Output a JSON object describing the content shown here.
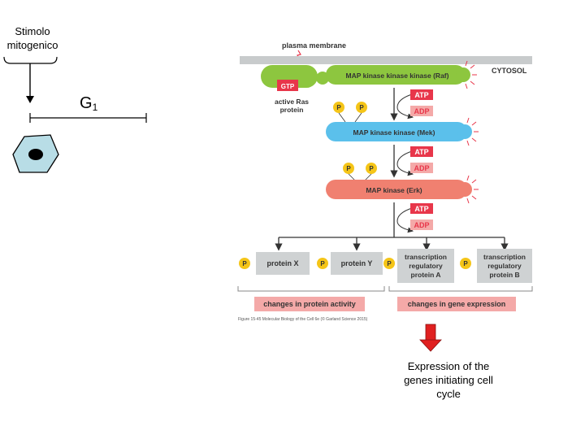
{
  "left": {
    "stimulus_line1": "Stimolo",
    "stimulus_line2": "mitogenico",
    "phase_label": "G",
    "phase_sub": "1"
  },
  "figure": {
    "plasma_membrane": "plasma membrane",
    "cytosol": "CYTOSOL",
    "raf": "MAP kinase kinase kinase (Raf)",
    "gtp": "GTP",
    "ras_line1": "active Ras",
    "ras_line2": "protein",
    "mek": "MAP kinase kinase (Mek)",
    "erk": "MAP kinase (Erk)",
    "atp": "ATP",
    "adp": "ADP",
    "phosphate": "P",
    "protein_x": "protein X",
    "protein_y": "protein Y",
    "tf_a_line1": "transcription",
    "tf_a_line2": "regulatory",
    "tf_a_line3": "protein A",
    "tf_b_line1": "transcription",
    "tf_b_line2": "regulatory",
    "tf_b_line3": "protein B",
    "changes_activity": "changes in protein activity",
    "changes_expression": "changes in gene expression",
    "caption": "Figure 15-45 Molecular Biology of the Cell 6e (© Garland Science 2015)"
  },
  "result": {
    "line1": "Expression of the",
    "line2": "genes initiating cell",
    "line3": "cycle"
  },
  "colors": {
    "green": "#8dc63f",
    "blue": "#5bc0eb",
    "salmon": "#f08070",
    "red_label": "#e8364a",
    "pink_label": "#f4a9a8",
    "gray_box": "#cfd2d3",
    "yellow_p": "#f5c518",
    "membrane": "#c8cbcc",
    "cell": "#b8dde6",
    "down_arrow": "#e02020"
  }
}
